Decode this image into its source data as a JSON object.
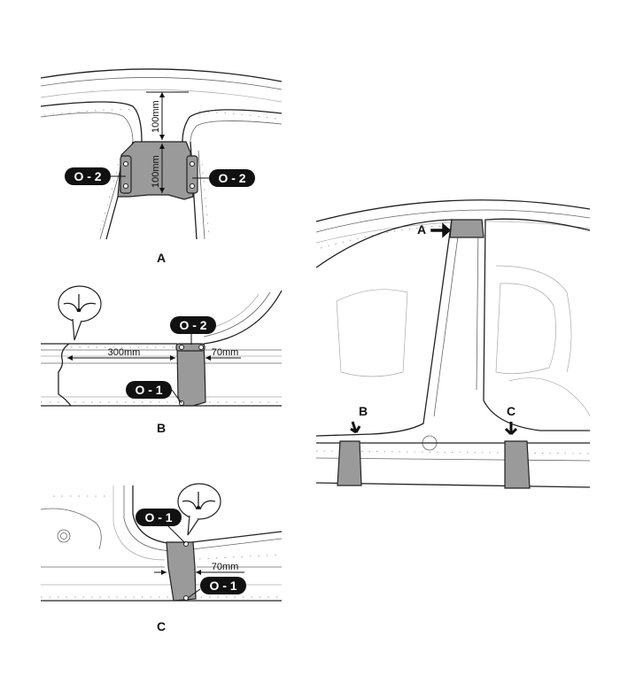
{
  "view_labels": {
    "a": "A",
    "b": "B",
    "c": "C"
  },
  "callouts": {
    "a_left": "O - 2",
    "a_right": "O - 2",
    "b_top": "O - 2",
    "b_bottom": "O - 1",
    "c_top": "O - 1",
    "c_bottom": "O - 1"
  },
  "dimensions": {
    "a_upper": "100mm",
    "a_lower": "100mm",
    "b_left": "300mm",
    "b_right": "70mm",
    "c_right": "70mm"
  },
  "overview_markers": {
    "a": "A",
    "b": "B",
    "c": "C"
  },
  "colors": {
    "repair_section": "#9a9a9a",
    "callout_fill": "#111111",
    "outline": "#222222"
  }
}
